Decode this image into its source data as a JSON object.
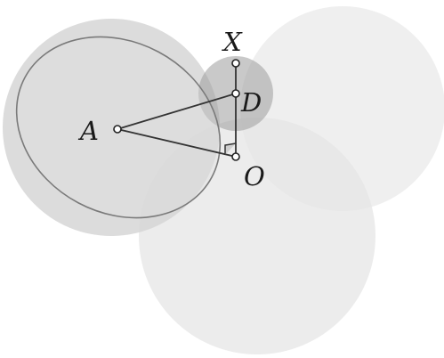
{
  "diagram": {
    "points": [
      {
        "id": "A",
        "label": "A"
      },
      {
        "id": "D",
        "label": "D"
      },
      {
        "id": "X",
        "label": "X"
      },
      {
        "id": "O",
        "label": "O"
      }
    ],
    "right_angle_at": "O",
    "colors": {
      "disc_light": "#ececec",
      "disc_mid": "#d9d9d9",
      "disc_small": "#9c9c9c",
      "ellipse_stroke": "#7a7a7a",
      "segment": "#333333",
      "point_fill": "#ffffff",
      "point_stroke": "#222222"
    }
  }
}
